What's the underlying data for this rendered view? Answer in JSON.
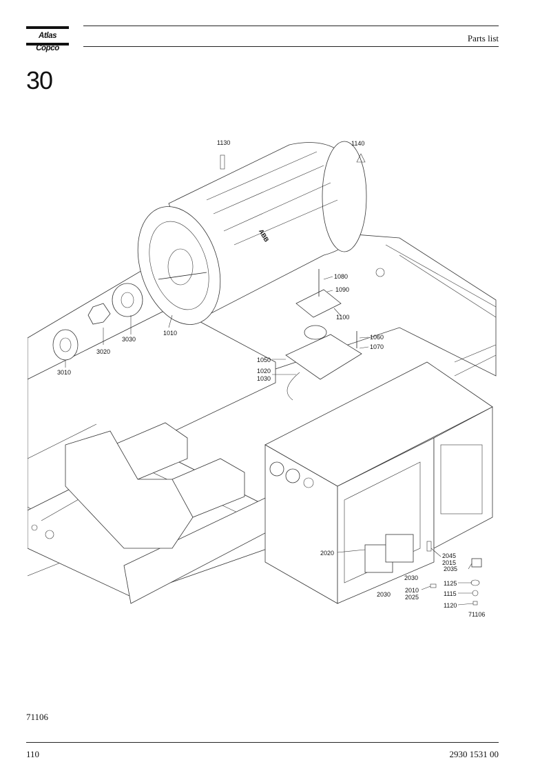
{
  "header": {
    "brand": "Atlas Copco",
    "title": "Parts list"
  },
  "section_number": "30",
  "drawing": {
    "callouts": [
      "1130",
      "1140",
      "1080",
      "1090",
      "1100",
      "1060",
      "1070",
      "1050",
      "1020",
      "1030",
      "3030",
      "3020",
      "3010",
      "1010",
      "2020",
      "2045",
      "2015",
      "2035",
      "2030",
      "2030",
      "1125",
      "1115",
      "1120",
      "2010",
      "2025",
      "71106"
    ],
    "motor_brand": "ABB"
  },
  "footer": {
    "figure_ref": "71106",
    "page_number": "110",
    "doc_number": "2930 1531 00"
  }
}
